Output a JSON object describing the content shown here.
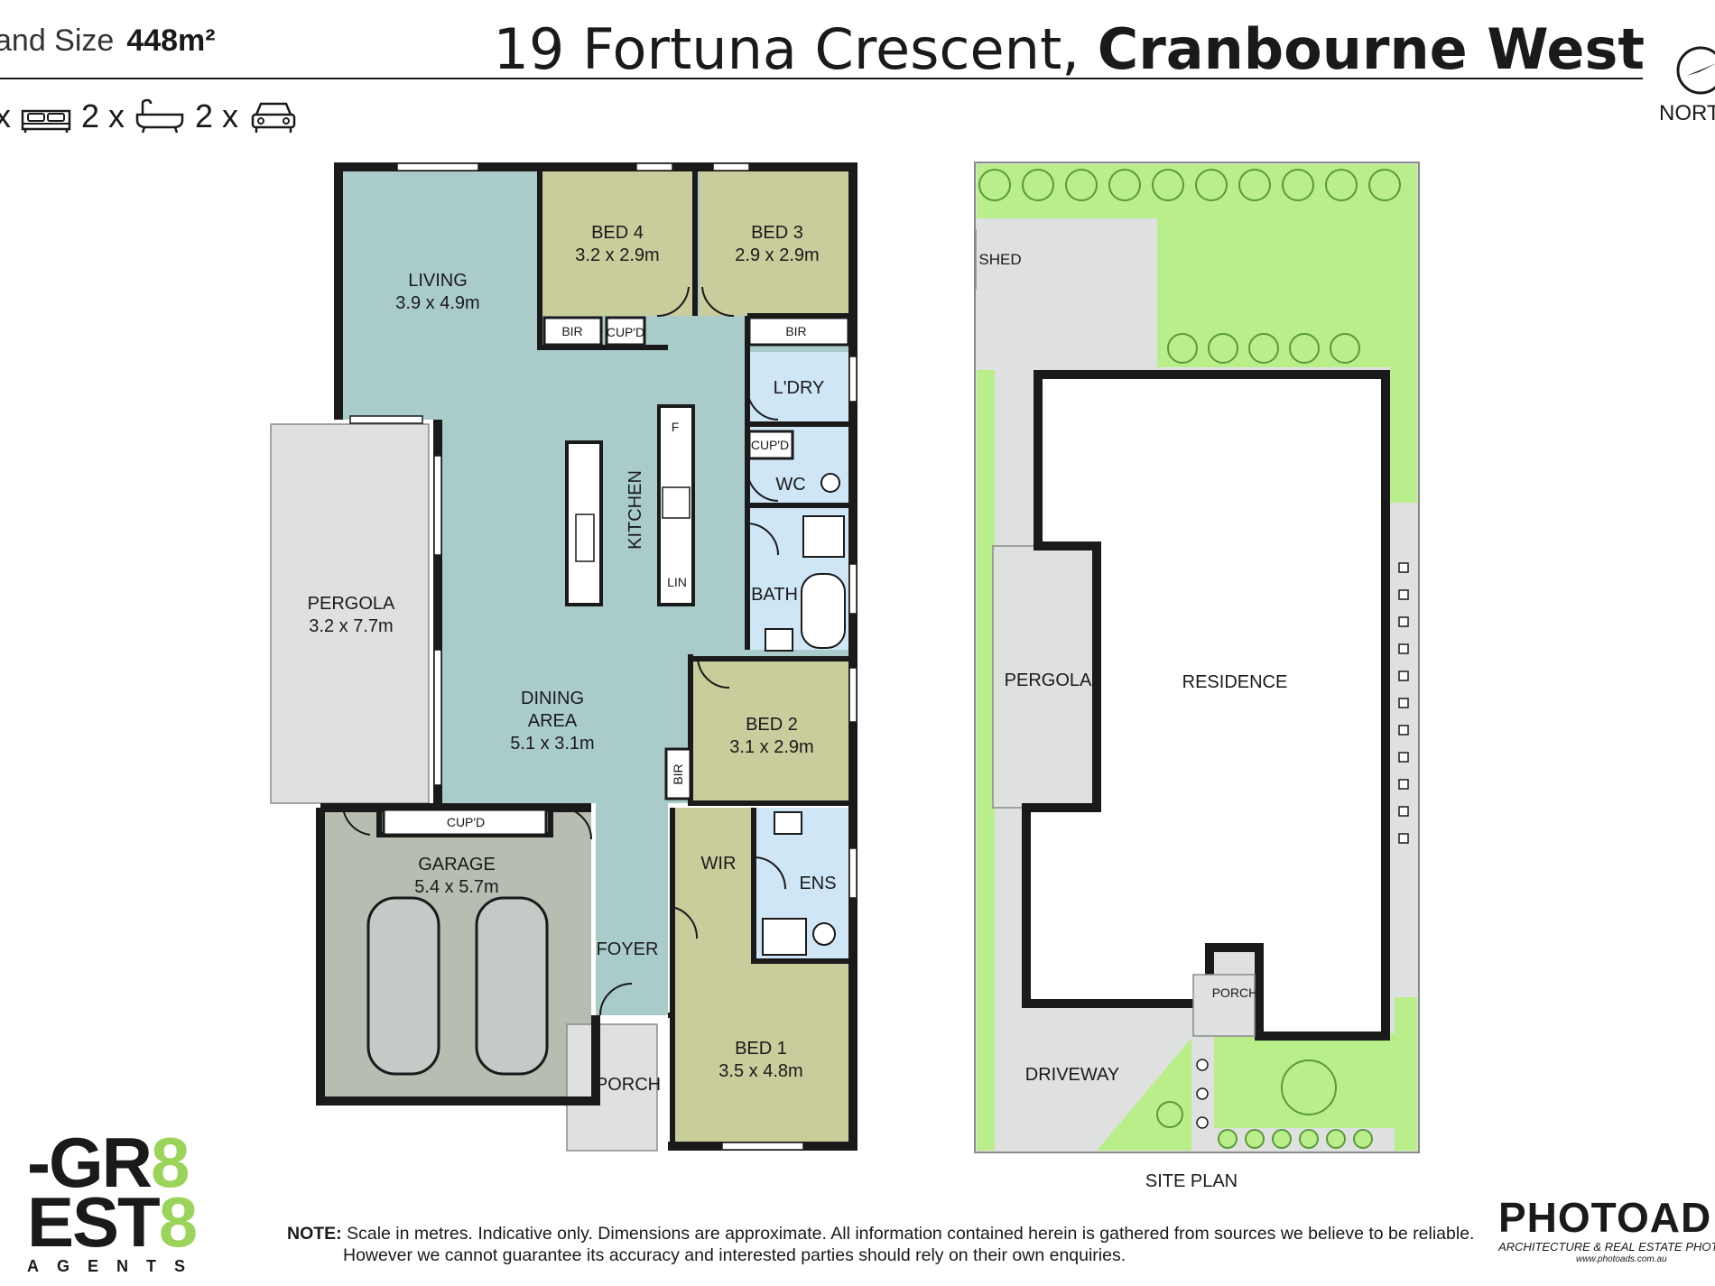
{
  "header": {
    "land_size_label": "and Size",
    "land_size_value": "448m²",
    "address_street": "19 Fortuna Crescent,",
    "address_suburb": "Cranbourne West",
    "north_label": "NORT"
  },
  "features": {
    "bed_count": "x",
    "bath_count": "2 x",
    "car_count": "2 x",
    "icons": [
      "bed-icon",
      "bath-icon",
      "car-icon"
    ]
  },
  "floor_plan": {
    "rooms": {
      "living": {
        "name": "LIVING",
        "size": "3.9 x 4.9m"
      },
      "bed4": {
        "name": "BED 4",
        "size": "3.2 x 2.9m"
      },
      "bed3": {
        "name": "BED 3",
        "size": "2.9 x 2.9m"
      },
      "pergola": {
        "name": "PERGOLA",
        "size": "3.2 x 7.7m"
      },
      "dining": {
        "name1": "DINING",
        "name2": "AREA",
        "size": "5.1 x 3.1m"
      },
      "kitchen": {
        "name": "KITCHEN"
      },
      "laundry": {
        "name": "L'DRY"
      },
      "wc": {
        "name": "WC"
      },
      "bath": {
        "name": "BATH"
      },
      "bed2": {
        "name": "BED 2",
        "size": "3.1 x 2.9m"
      },
      "garage": {
        "name": "GARAGE",
        "size": "5.4 x 5.7m"
      },
      "wir": {
        "name": "WIR"
      },
      "ens": {
        "name": "ENS"
      },
      "foyer": {
        "name": "FOYER"
      },
      "bed1": {
        "name": "BED 1",
        "size": "3.5 x 4.8m"
      },
      "porch": {
        "name": "PORCH"
      }
    },
    "small_labels": {
      "bir_bed4": "BIR",
      "cupd_bed4": "CUP'D",
      "bir_bed3": "BIR",
      "cupd_ldry": "CUP'D",
      "fridge": "F",
      "linen": "LIN",
      "bir_bed2": "BIR",
      "cupd_garage": "CUP'D"
    }
  },
  "site_plan": {
    "shed": "SHED",
    "pergola": "PERGOLA",
    "residence": "RESIDENCE",
    "porch": "PORCH",
    "driveway": "DRIVEWAY",
    "title": "SITE PLAN"
  },
  "footer": {
    "note_label": "NOTE:",
    "note_line1": "Scale in metres. Indicative only. Dimensions are approximate. All information contained herein is gathered from sources we believe to be reliable.",
    "note_line2": "However we cannot guarantee its accuracy and interested parties should rely on their own enquiries.",
    "logo_line1_a": "-GR",
    "logo_line1_b": "8",
    "logo_line2_a": "EST",
    "logo_line2_b": "8",
    "logo_agents": "AGENTS",
    "photo_brand": "PHOTOAD",
    "photo_tagline": "ARCHITECTURE & REAL ESTATE PHOTOGRA",
    "photo_url": "www.photoads.com.au"
  },
  "colors": {
    "living_blue": "#a9cccb",
    "bedroom_olive": "#c9cc9b",
    "wet_blue": "#cfe6f7",
    "garage_grey": "#b7bdb1",
    "pergola_grey": "#dfe1e1",
    "lawn_green": "#b9ee8a",
    "accent_green": "#9bd45a"
  }
}
